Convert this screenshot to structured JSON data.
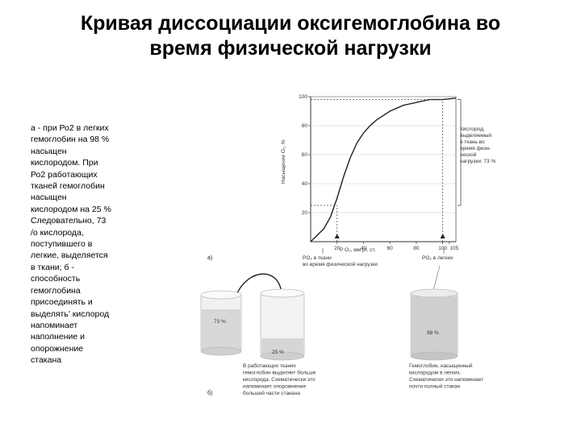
{
  "title": {
    "line1": "Кривая диссоциации оксигемоглобина во",
    "line2": "время физической нагрузки"
  },
  "body_lines": [
    "а - при Ро2 в легких",
    "гемоглобин на 98 %",
    "насыщен",
    "кислородом. При",
    "Ро2 работающих",
    "тканей гемоглобин",
    "насыщен",
    "кислородом на 25 %",
    "Следовательно, 73",
    "/о кислорода,",
    "поступившего в",
    "легкие, выделяется",
    "в ткани; б -",
    "способность",
    "гемоглобина",
    "присоединять и",
    "выделять' кислород",
    "напоминает",
    "наполнение и",
    "опорожнение",
    "стакана"
  ],
  "figure": {
    "y_axis_label": "Насыщение O₂, %",
    "x_axis_label": "P O₂, мм рт. ст.",
    "y_ticks": [
      "100",
      "80",
      "60",
      "40",
      "20"
    ],
    "x_ticks": [
      "20",
      "40",
      "60",
      "80",
      "100",
      "105"
    ],
    "right_note": [
      "Кислород,",
      "выделяемый",
      "в ткань во",
      "время физи-",
      "ческой",
      "нагрузки: 73 %"
    ],
    "label_a": "а)",
    "label_b": "б)",
    "tissue_note": [
      "PO₂ в ткани",
      "во время физической нагрузки"
    ],
    "lung_note": "PO₂ в легких",
    "glass_left_pct": "73 %",
    "glass_mid_pct": "25 %",
    "glass_right_pct": "98 %",
    "caption_left": [
      "В работающих тканях",
      "гемоглобин выделяет больше",
      "кислорода. Схематически это",
      "напоминает опорожнение",
      "большей части стакана"
    ],
    "caption_right": [
      "Гемоглобин, насыщенный",
      "кислородом в легких.",
      "Схематически это напоминает",
      "почти полный стакан"
    ]
  },
  "chart_data": {
    "type": "line",
    "title": "",
    "xlabel": "P O₂, мм рт. ст.",
    "ylabel": "Насыщение O₂, %",
    "xlim": [
      0,
      110
    ],
    "ylim": [
      0,
      100
    ],
    "x_ticks": [
      20,
      40,
      60,
      80,
      100,
      105
    ],
    "y_ticks": [
      20,
      40,
      60,
      80,
      100
    ],
    "series": [
      {
        "x": [
          0,
          10,
          15,
          20,
          25,
          30,
          35,
          40,
          45,
          50,
          60,
          70,
          80,
          90,
          100,
          110
        ],
        "y": [
          0,
          9,
          17,
          30,
          45,
          58,
          68,
          75,
          80,
          84,
          90,
          94,
          96,
          98,
          98,
          99
        ]
      }
    ],
    "markers": {
      "tissue": {
        "x": 20,
        "y": 25
      },
      "lung": {
        "x": 100,
        "y": 98
      }
    }
  }
}
